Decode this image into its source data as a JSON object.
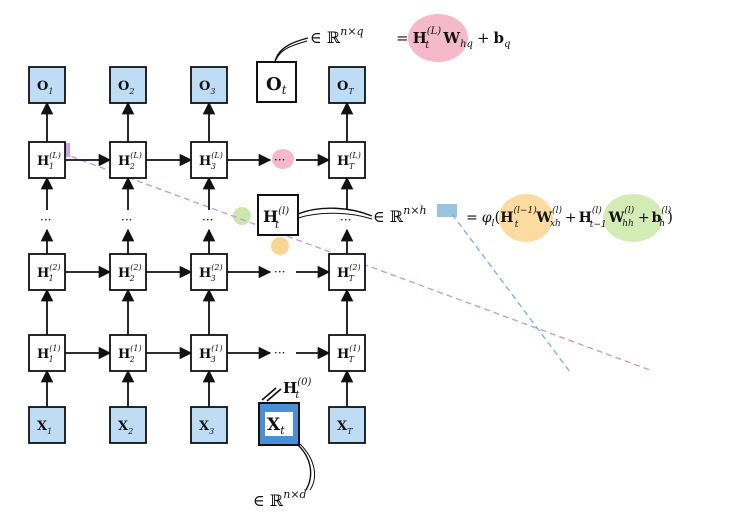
{
  "nodes": {
    "outputs": [
      {
        "base": "O",
        "sub": "1"
      },
      {
        "base": "O",
        "sub": "2"
      },
      {
        "base": "O",
        "sub": "3"
      },
      {
        "base": "O",
        "sub": "T"
      }
    ],
    "hidden_top": [
      {
        "base": "H",
        "sub": "1",
        "sup": "(L)"
      },
      {
        "base": "H",
        "sub": "2",
        "sup": "(L)"
      },
      {
        "base": "H",
        "sub": "3",
        "sup": "(L)"
      },
      {
        "base": "H",
        "sub": "T",
        "sup": "(L)"
      }
    ],
    "hidden_2": [
      {
        "base": "H",
        "sub": "1",
        "sup": "(2)"
      },
      {
        "base": "H",
        "sub": "2",
        "sup": "(2)"
      },
      {
        "base": "H",
        "sub": "3",
        "sup": "(2)"
      },
      {
        "base": "H",
        "sub": "T",
        "sup": "(2)"
      }
    ],
    "hidden_1": [
      {
        "base": "H",
        "sub": "1",
        "sup": "(1)"
      },
      {
        "base": "H",
        "sub": "2",
        "sup": "(1)"
      },
      {
        "base": "H",
        "sub": "3",
        "sup": "(1)"
      },
      {
        "base": "H",
        "sub": "T",
        "sup": "(1)"
      }
    ],
    "inputs": [
      {
        "base": "X",
        "sub": "1"
      },
      {
        "base": "X",
        "sub": "2"
      },
      {
        "base": "X",
        "sub": "3"
      },
      {
        "base": "X",
        "sub": "T"
      }
    ]
  },
  "ellipsis": "···",
  "callouts": {
    "output": {
      "node": {
        "base": "O",
        "sub": "t"
      },
      "space": "∈ ℝ",
      "space_sup": "n×q",
      "eq": "=",
      "h_base": "H",
      "h_sub": "t",
      "h_sup": "(L)",
      "w_base": "W",
      "w_sub": "hq",
      "plus": "+",
      "b_base": "b",
      "b_sub": "q"
    },
    "hidden": {
      "node": {
        "base": "H",
        "sub": "t",
        "sup": "(l)"
      },
      "space": "∈ ℝ",
      "space_sup": "n×h",
      "eq": "=",
      "phi": "φ",
      "phi_sub": "l",
      "open": "(",
      "h1_base": "H",
      "h1_sub": "t",
      "h1_sup": "(l−1)",
      "w1_base": "W",
      "w1_sub": "xh",
      "w1_sup": "(l)",
      "plus1": "+",
      "h2_base": "H",
      "h2_sub": "t−1",
      "h2_sup": "(l)",
      "w2_base": "W",
      "w2_sub": "hh",
      "w2_sup": "(l)",
      "plus2": "+",
      "b_base": "b",
      "b_sub": "h",
      "b_sup": "(l)",
      "close": ")"
    },
    "input": {
      "node": {
        "base": "X",
        "sub": "t"
      },
      "alias_base": "H",
      "alias_sub": "t",
      "alias_sup": "(0)",
      "space": "∈ ℝ",
      "space_sup": "n×d"
    }
  },
  "colors": {
    "box_fill_blue": "#bfdcf5",
    "box_fill_white": "#ffffff",
    "stroke": "#111111",
    "pink": "#f2a7bf",
    "purple": "#c98ae6",
    "orange": "#f9cf7f",
    "green": "#c8e6a3",
    "xt_blue": "#4a90d9",
    "dashed_purple": "#c99ad9",
    "dashed_blue": "#7eb5dd"
  }
}
